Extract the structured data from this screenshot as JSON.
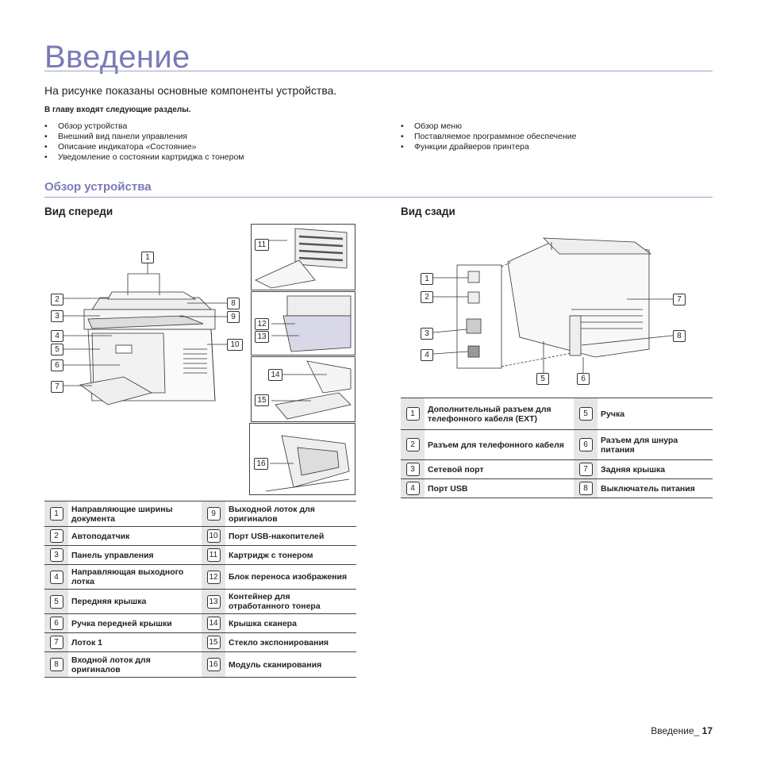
{
  "title": "Введение",
  "intro": "На рисунке показаны основные компоненты устройства.",
  "sections_label": "В главу входят следующие разделы.",
  "toc_left": [
    "Обзор устройства",
    "Внешний вид панели управления",
    "Описание индикатора «Состояние»",
    "Уведомление о состоянии картриджа с тонером"
  ],
  "toc_right": [
    "Обзор меню",
    "Поставляемое программное обеспечение",
    "Функции драйверов принтера"
  ],
  "section_heading": "Обзор устройства",
  "front_heading": "Вид спереди",
  "rear_heading": "Вид сзади",
  "front_callouts": [
    "1",
    "2",
    "3",
    "4",
    "5",
    "6",
    "7",
    "8",
    "9",
    "10",
    "11",
    "12",
    "13",
    "14",
    "15",
    "16"
  ],
  "rear_callouts": [
    "1",
    "2",
    "3",
    "4",
    "5",
    "6",
    "7",
    "8"
  ],
  "front_legend": [
    {
      "n1": "1",
      "t1": "Направляющие ширины документа",
      "n2": "9",
      "t2": "Выходной лоток для оригиналов"
    },
    {
      "n1": "2",
      "t1": "Автоподатчик",
      "n2": "10",
      "t2": "Порт USB-накопителей"
    },
    {
      "n1": "3",
      "t1": "Панель управления",
      "n2": "11",
      "t2": "Картридж с тонером"
    },
    {
      "n1": "4",
      "t1": "Направляющая выходного лотка",
      "n2": "12",
      "t2": "Блок переноса изображения"
    },
    {
      "n1": "5",
      "t1": "Передняя крышка",
      "n2": "13",
      "t2": "Контейнер для отработанного тонера"
    },
    {
      "n1": "6",
      "t1": "Ручка передней крышки",
      "n2": "14",
      "t2": "Крышка сканера"
    },
    {
      "n1": "7",
      "t1": "Лоток 1",
      "n2": "15",
      "t2": "Стекло экспонирования"
    },
    {
      "n1": "8",
      "t1": "Входной лоток для оригиналов",
      "n2": "16",
      "t2": "Модуль сканирования"
    }
  ],
  "rear_legend": [
    {
      "n1": "1",
      "t1": "Дополнительный разъем для телефонного кабеля (EXT)",
      "n2": "5",
      "t2": "Ручка"
    },
    {
      "n1": "2",
      "t1": "Разъем для телефонного кабеля",
      "n2": "6",
      "t2": "Разъем для шнура питания"
    },
    {
      "n1": "3",
      "t1": "Сетевой порт",
      "n2": "7",
      "t2": "Задняя крышка"
    },
    {
      "n1": "4",
      "t1": "Порт USB",
      "n2": "8",
      "t2": "Выключатель питания"
    }
  ],
  "footer": {
    "label": "Введение_ ",
    "page": "17"
  }
}
